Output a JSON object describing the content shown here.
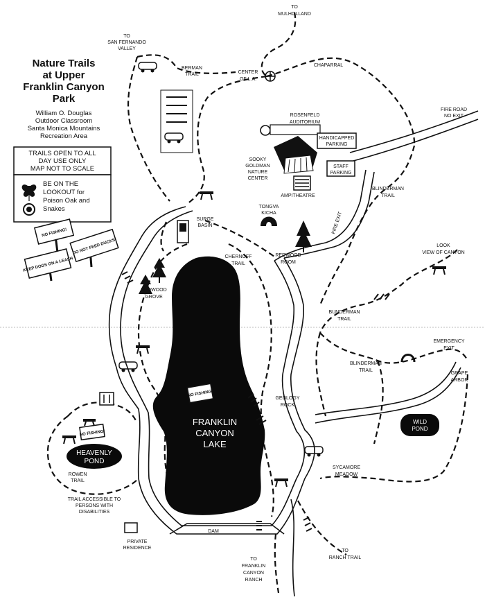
{
  "title": {
    "line1": "Nature Trails",
    "line2": "at Upper",
    "line3": "Franklin Canyon",
    "line4": "Park"
  },
  "subtitle": {
    "line1": "William O. Douglas",
    "line2": "Outdoor Classroom",
    "line3": "Santa Monica Mountains",
    "line4": "Recreation Area"
  },
  "notice": {
    "line1": "TRAILS OPEN TO ALL",
    "line2": "DAY USE ONLY",
    "line3": "MAP NOT TO SCALE"
  },
  "warning": {
    "line1": "BE ON THE",
    "line2": "LOOKOUT for",
    "line3": "Poison Oak and",
    "line4": "Snakes"
  },
  "signs": {
    "no_fishing_1": "NO FISHING!",
    "do_not_feed": "DO NOT FEED DUCKS!",
    "keep_dogs": "KEEP DOGS ON A LEASH",
    "no_fishing_2": "NO FISHING!",
    "no_fishing_3": "NO FISHING!"
  },
  "places": {
    "to_mulholland": [
      "TO",
      "MULHOLLAND"
    ],
    "to_sfv": [
      "TO",
      "SAN FERNANDO",
      "VALLEY"
    ],
    "berman_trail": [
      "BERMAN",
      "TRAIL"
    ],
    "center_la": [
      "CENTER",
      "OF L.A."
    ],
    "chaparral": "CHAPARRAL",
    "fire_road": [
      "FIRE ROAD",
      "NO EXIT"
    ],
    "rosenfeld": [
      "ROSENFELD",
      "AUDITORIUM"
    ],
    "handicapped": [
      "HANDICAPPED",
      "PARKING"
    ],
    "staff_parking": [
      "STAFF",
      "PARKING"
    ],
    "sooky": [
      "SOOKY",
      "GOLDMAN",
      "NATURE",
      "CENTER"
    ],
    "amphitheatre": "AMPITHEATRE",
    "blinderman_1": [
      "BLINDERMAN",
      "TRAIL"
    ],
    "tongva": [
      "TONGVA",
      "KICHA"
    ],
    "fire_exit": "FIRE EXIT",
    "surge_basin": [
      "SURGE",
      "BASIN"
    ],
    "chernoff": [
      "CHERNOFF",
      "TRAIL"
    ],
    "redwood_room": [
      "REDWOOD",
      "ROOM"
    ],
    "look_view": [
      "LOOK",
      "VIEW OF CANYON"
    ],
    "redwood_grove": [
      "REDWOOD",
      "GROVE"
    ],
    "bunderman": [
      "BUNDERMAN",
      "TRAIL"
    ],
    "emergency_exit": [
      "EMERGENCY",
      "EXIT"
    ],
    "blinderman_2": [
      "BLINDERMAN",
      "TRAIL"
    ],
    "grape_arbor": [
      "GRAPE",
      "ARBOR"
    ],
    "geology_rock": [
      "GEOLOGY",
      "ROCK"
    ],
    "wild_pond": [
      "WILD",
      "POND"
    ],
    "lake": [
      "FRANKLIN",
      "CANYON",
      "LAKE"
    ],
    "heavenly_pond": [
      "HEAVENLY",
      "POND"
    ],
    "rowen_trail": [
      "ROWEN",
      "TRAIL"
    ],
    "sycamore": [
      "SYCAMORE",
      "MEADOW"
    ],
    "trail_accessible": [
      "TRAIL ACCESSIBLE TO",
      "PERSONS WITH",
      "DISABILITIES"
    ],
    "dam": "DAM",
    "private_residence": [
      "PRIVATE",
      "RESIDENCE"
    ],
    "to_ranch_trail": [
      "TO",
      "RANCH TRAIL"
    ],
    "to_franklin_ranch": [
      "TO",
      "FRANKLIN",
      "CANYON",
      "RANCH"
    ]
  },
  "colors": {
    "ink": "#111111",
    "paper": "#ffffff",
    "water": "#0a0a0a"
  }
}
